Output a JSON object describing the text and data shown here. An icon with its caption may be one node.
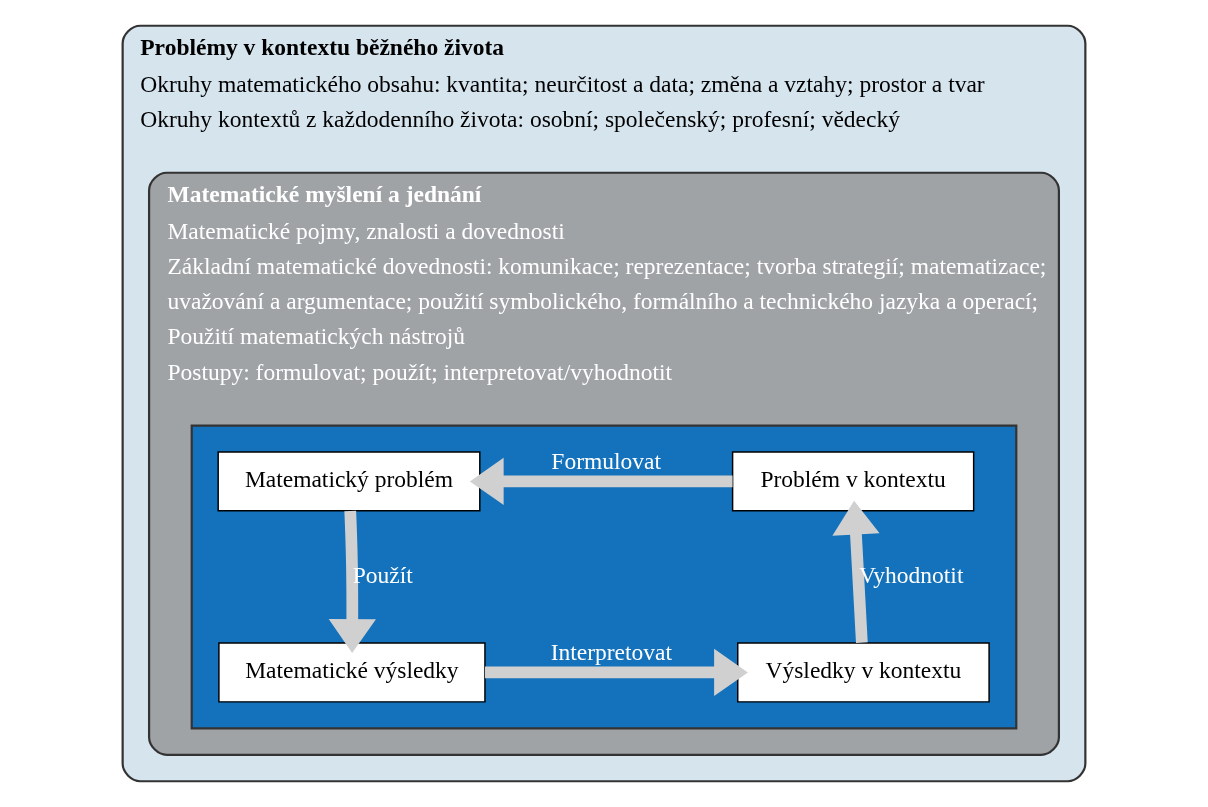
{
  "diagram": {
    "nodes": [
      {
        "text": [
          "Problémy v kontextu běžného života",
          "Okruhy matematického obsahu: kvantita; neurčitost a data; změna a vztahy; prostor a tvar",
          "Okruhy kontextů z každodenního života: osobní; společenský; profesní; vědecký"
        ]
      },
      {
        "text": [
          "Matematické myšlení a jednání",
          "Matematické pojmy, znalosti a dovednosti",
          "Základní matematické dovednosti: komunikace; reprezentace; tvorba strategií; matematizace; uvažování a argumentace; použití symbolického, formálního a technického jazyka a operací;",
          "Použití matematických nástrojů",
          "Postupy: formulovat; použít; interpretovat/vyhodnotit"
        ],
        "in": 0
      },
      {
        "text": [],
        "shape": "box",
        "in": 1
      },
      {
        "text": [
          "Problém v kontextu"
        ],
        "in": 2
      },
      {
        "text": [
          "Matematický problém"
        ],
        "in": 2
      },
      {
        "text": [
          "Výsledky v kontextu"
        ],
        "in": 2
      },
      {
        "text": [
          "Matematické výsledky"
        ],
        "in": 2
      }
    ],
    "edges": [
      {
        "from": 3,
        "to": 4,
        "arrow": "to",
        "label": "Formulovat"
      },
      {
        "from": 4,
        "to": 6,
        "arrow": "to",
        "label": "Použít"
      },
      {
        "from": 6,
        "to": 5,
        "arrow": "to",
        "label": "Interpretovat"
      },
      {
        "from": 5,
        "to": 3,
        "arrow": "to",
        "label": "Vyhodnotit"
      }
    ]
  }
}
